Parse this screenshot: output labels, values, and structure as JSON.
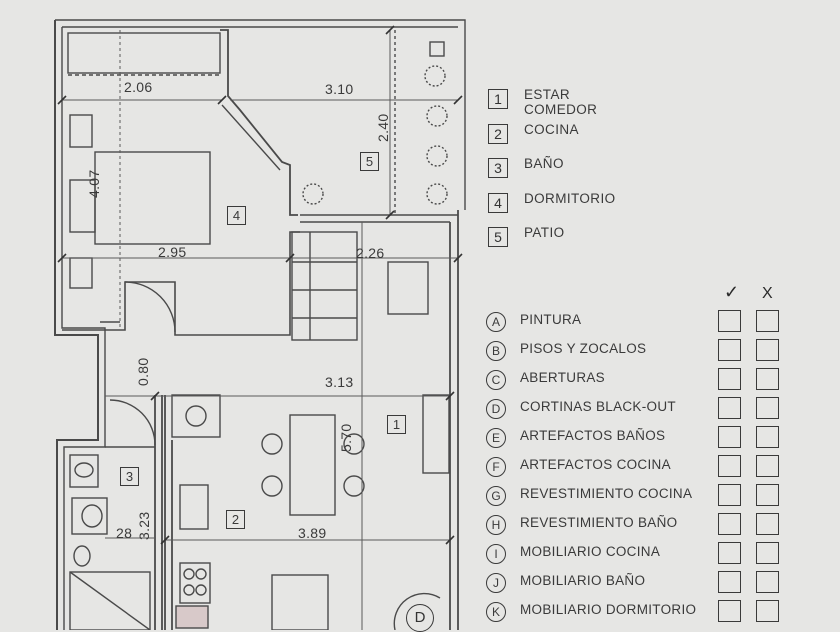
{
  "plan": {
    "dimensions": {
      "dim_206": "2.06",
      "dim_310": "3.10",
      "dim_240": "2.40",
      "dim_407": "4.07",
      "dim_295": "2.95",
      "dim_226": "2.26",
      "dim_080": "0.80",
      "dim_313": "3.13",
      "dim_570": "5.70",
      "dim_323": "3.23",
      "dim_128": "28",
      "dim_389": "3.89"
    },
    "room_tags": {
      "tag_1": "1",
      "tag_2": "2",
      "tag_3": "3",
      "tag_4": "4",
      "tag_5": "5"
    },
    "door_tag": "D"
  },
  "legend": [
    {
      "num": "1",
      "text": "ESTAR COMEDOR"
    },
    {
      "num": "2",
      "text": "COCINA"
    },
    {
      "num": "3",
      "text": "BAÑO"
    },
    {
      "num": "4",
      "text": "DORMITORIO"
    },
    {
      "num": "5",
      "text": "PATIO"
    }
  ],
  "checklist": {
    "ok_mark": "✓",
    "x_mark": "X",
    "items": [
      {
        "letter": "A",
        "text": "PINTURA"
      },
      {
        "letter": "B",
        "text": "PISOS Y ZOCALOS"
      },
      {
        "letter": "C",
        "text": "ABERTURAS"
      },
      {
        "letter": "D",
        "text": "CORTINAS BLACK-OUT"
      },
      {
        "letter": "E",
        "text": "ARTEFACTOS BAÑOS"
      },
      {
        "letter": "F",
        "text": "ARTEFACTOS COCINA"
      },
      {
        "letter": "G",
        "text": "REVESTIMIENTO COCINA"
      },
      {
        "letter": "H",
        "text": "REVESTIMIENTO BAÑO"
      },
      {
        "letter": "I",
        "text": "MOBILIARIO COCINA"
      },
      {
        "letter": "J",
        "text": "MOBILIARIO BAÑO"
      },
      {
        "letter": "K",
        "text": "MOBILIARIO DORMITORIO"
      }
    ]
  }
}
